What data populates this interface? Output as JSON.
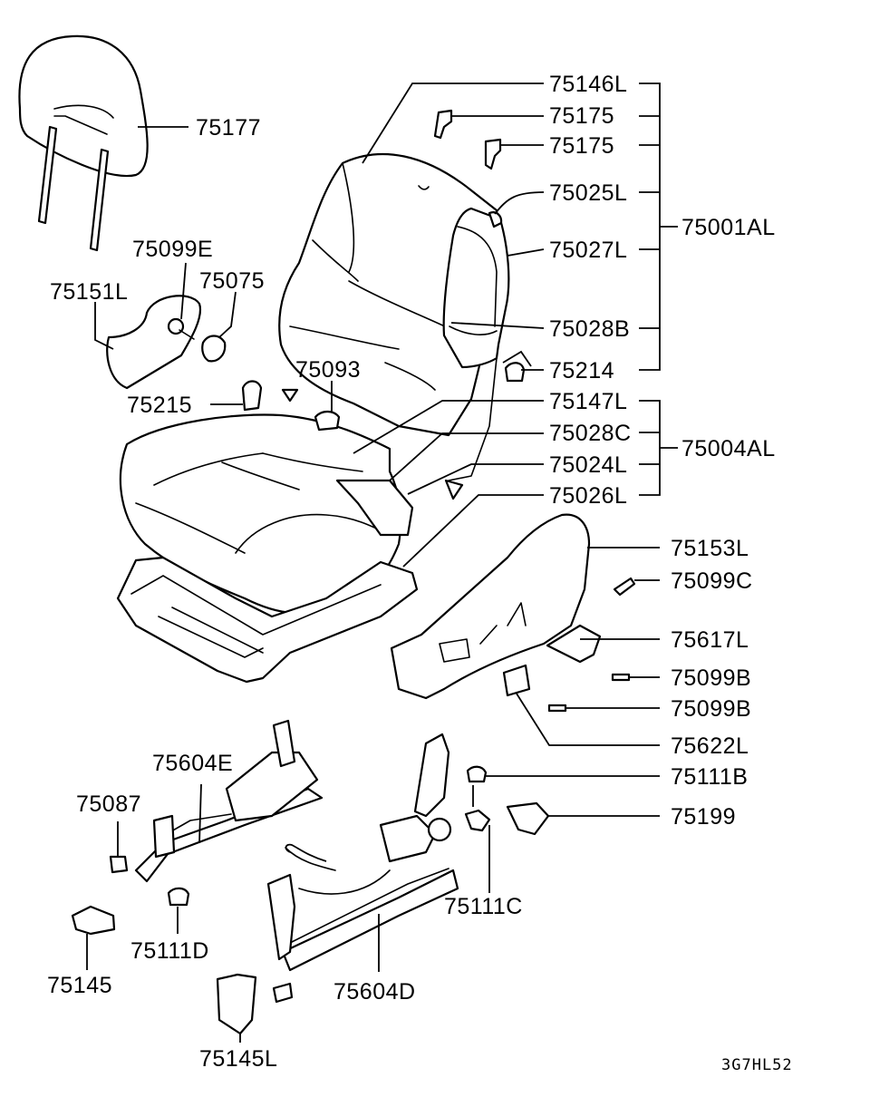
{
  "labels": {
    "l75177": "75177",
    "l75146L": "75146L",
    "l75175a": "75175",
    "l75175b": "75175",
    "l75025L": "75025L",
    "l75027L": "75027L",
    "l75001AL": "75001AL",
    "l75028B": "75028B",
    "l75214": "75214",
    "l75099E": "75099E",
    "l75075": "75075",
    "l75151L": "75151L",
    "l75093": "75093",
    "l75215": "75215",
    "l75147L": "75147L",
    "l75028C": "75028C",
    "l75004AL": "75004AL",
    "l75024L": "75024L",
    "l75026L": "75026L",
    "l75153L": "75153L",
    "l75099C": "75099C",
    "l75617L": "75617L",
    "l75099B_a": "75099B",
    "l75099B_b": "75099B",
    "l75622L": "75622L",
    "l75111B": "75111B",
    "l75199": "75199",
    "l75604E": "75604E",
    "l75087": "75087",
    "l75111C": "75111C",
    "l75111D": "75111D",
    "l75145": "75145",
    "l75604D": "75604D",
    "l75145L": "75145L"
  },
  "diagram_code": "3G7HL52"
}
